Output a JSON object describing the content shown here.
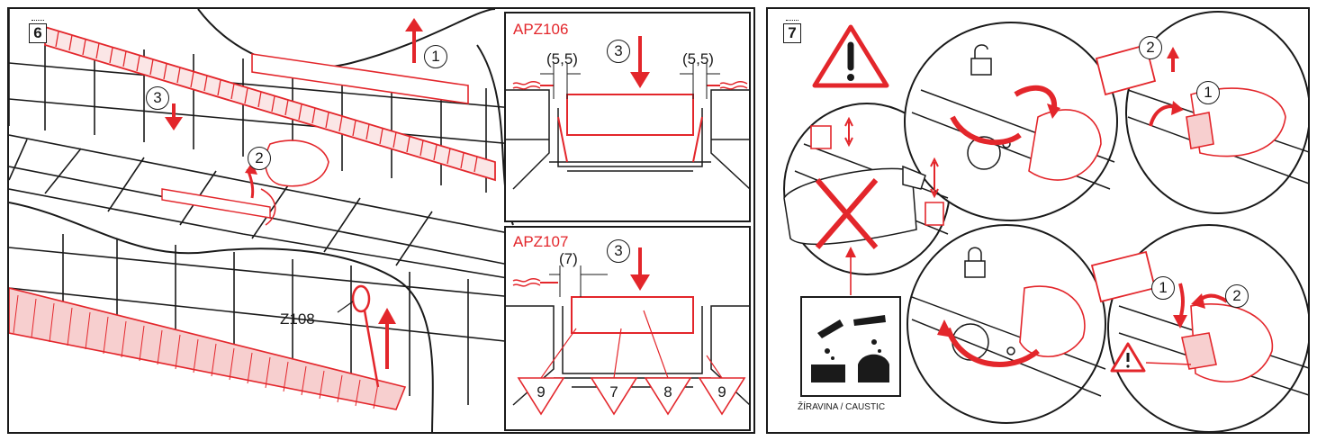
{
  "colors": {
    "accent": "#e3262b",
    "ink": "#1a1a1a"
  },
  "panel6": {
    "step": "6",
    "callouts": [
      "1",
      "2",
      "3"
    ],
    "part_label": "Z108",
    "detail_top": {
      "title": "APZ106",
      "callout": "3",
      "dim_left": "(5,5)",
      "dim_right": "(5,5)"
    },
    "detail_bottom": {
      "title": "APZ107",
      "callout": "3",
      "dim": "(7)",
      "markers": [
        "9",
        "7",
        "8",
        "9"
      ]
    }
  },
  "panel7": {
    "step": "7",
    "caution_caption": "ŽÍRAVINA / CAUSTIC",
    "top_right_callouts": [
      "2",
      "1"
    ],
    "bottom_right_callouts": [
      "1",
      "2"
    ],
    "icons": [
      "warning-triangle-icon",
      "unlock-icon",
      "lock-icon",
      "caustic-hazard-icon"
    ]
  }
}
